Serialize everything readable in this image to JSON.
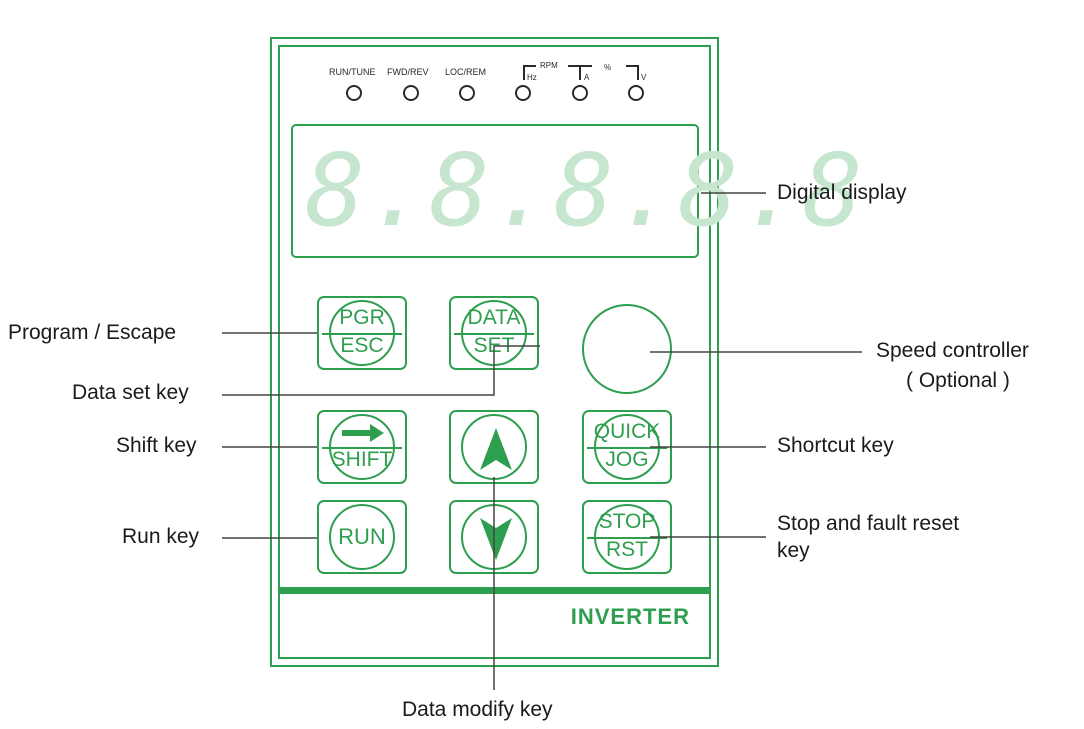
{
  "indicators": [
    {
      "label": "RUN/TUNE"
    },
    {
      "label": "FWD/REV"
    },
    {
      "label": "LOC/REM"
    },
    {
      "label": "Hz"
    },
    {
      "label": "A"
    },
    {
      "label": "V"
    }
  ],
  "units": {
    "rpm": "RPM",
    "percent": "%"
  },
  "display": {
    "digits": "8.8.8.8.8"
  },
  "keys": {
    "pgr_esc": {
      "top": "PGR",
      "bottom": "ESC"
    },
    "data_set": {
      "top": "DATA",
      "bottom": "SET"
    },
    "shift": {
      "bottom": "SHIFT"
    },
    "quick_jog": {
      "top": "QUICK",
      "bottom": "JOG"
    },
    "run": {
      "label": "RUN"
    },
    "stop_rst": {
      "top": "STOP",
      "bottom": "RST"
    }
  },
  "brand": "INVERTER",
  "callouts": {
    "digital_display": "Digital display",
    "program_escape": "Program / Escape",
    "speed_controller_1": "Speed controller",
    "speed_controller_2": "( Optional )",
    "data_set_key": "Data set key",
    "shift_key": "Shift key",
    "shortcut_key": "Shortcut key",
    "run_key": "Run key",
    "stop_reset_1": "Stop and fault reset",
    "stop_reset_2": "key",
    "data_modify_key": "Data modify key"
  },
  "colors": {
    "accent": "#2e9e4f",
    "display_segments": "#c7e6cf"
  }
}
